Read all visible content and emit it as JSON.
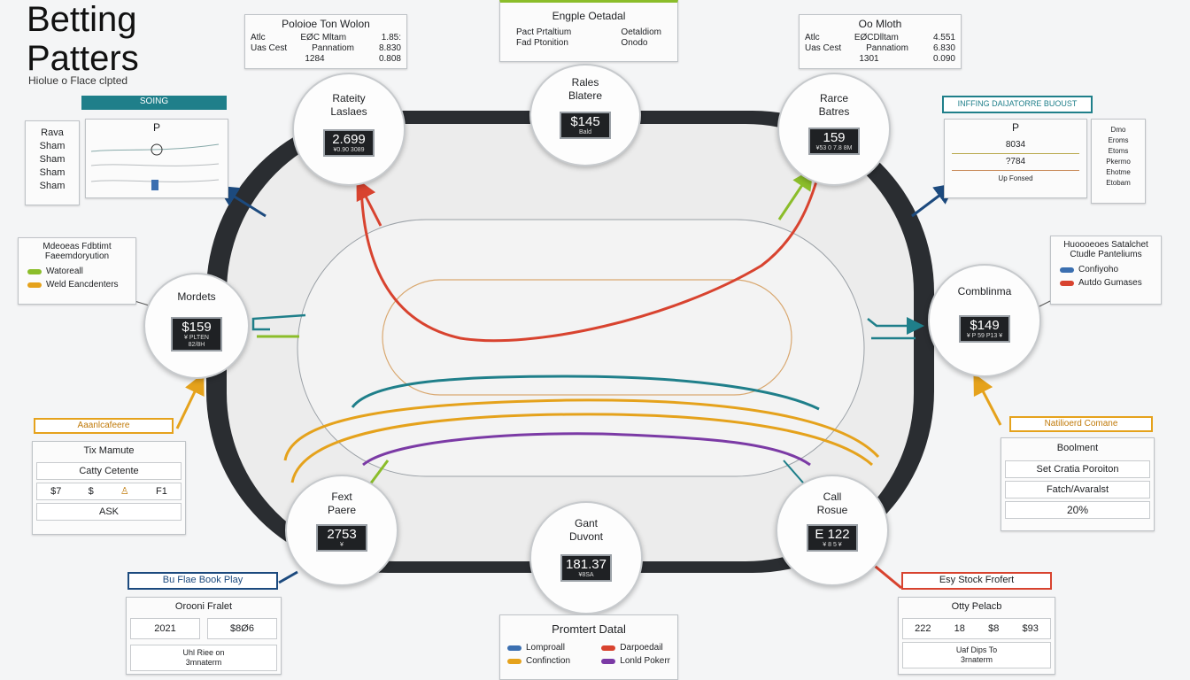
{
  "title_lines": [
    "Betting",
    "Patters"
  ],
  "subtitle": "Hiolue o Flace clpted",
  "colors": {
    "red": "#d8432f",
    "orange": "#e5a21c",
    "teal": "#1f7f8a",
    "purple": "#7b3aa5",
    "green": "#8bbd2a",
    "navy": "#1c4a7e",
    "table_rail": "#2a2d31"
  },
  "top_left_box": {
    "title": "Poloioe Ton Wolon",
    "rows": [
      [
        "Atlc",
        "EØC Mltam",
        "1.85:"
      ],
      [
        "Uas Cest",
        "Pannatiom",
        "8.830"
      ],
      [
        "",
        "1284",
        "0.808"
      ]
    ]
  },
  "top_center_box": {
    "title": "Engple Oetadal",
    "left": [
      "Pact Prtaltium",
      "Fad Ptonition"
    ],
    "right": [
      "Oetaldiom",
      "Onodo"
    ]
  },
  "top_right_box": {
    "title": "Oo Mloth",
    "rows": [
      [
        "Atlc",
        "EØCDlltam",
        "4.551"
      ],
      [
        "Uas Cest",
        "Pannatiom",
        "6.830"
      ],
      [
        "",
        "1301",
        "0.090"
      ]
    ]
  },
  "left_banner": "SOING",
  "left_panel": {
    "header": "P",
    "labels": [
      "Rava",
      "Sham",
      "Sham",
      "Sham",
      "Sham"
    ]
  },
  "right_banner": "INFFING DAIJATORRE BUOUST",
  "right_panel": {
    "header": "P",
    "values": [
      "8034",
      "?784",
      "Up Fonsed"
    ],
    "side_labels": [
      "Dmo",
      "Eroms",
      "Etoms",
      "Pkermo",
      "Ehotme",
      "Etobam"
    ]
  },
  "left_mid_box": {
    "title": "Mdeoeas Fdbtimt Faeemdoryution",
    "items": [
      "Watoreall",
      "Weld Eancdenters"
    ]
  },
  "right_mid_box": {
    "title": "Huoooeoes Satalchet Ctudle Panteliums",
    "items": [
      "Confiyoho",
      "Autdo Gumases"
    ]
  },
  "left_orange_banner": "Aaanlcafeere",
  "left_orange_panel": {
    "row1": "Tix Mamute",
    "row2": "Catty Cetente",
    "row3": [
      "$7",
      "$",
      "F1"
    ],
    "row4": "ASK"
  },
  "right_orange_banner": "Natilioerd Comane",
  "right_orange_panel": {
    "rows": [
      "Boolment",
      "Set Cratia Poroiton",
      "Fatch/Avaralst",
      "20%"
    ]
  },
  "bottom_left_banner": "Bu Flae Book Play",
  "bottom_left_panel": {
    "title": "Orooni Fralet",
    "cells": [
      "2021",
      "$8Ø6"
    ],
    "footer": [
      "Uhl Riee on",
      "3mnaterm"
    ]
  },
  "bottom_right_banner": "Esy Stock Frofert",
  "bottom_right_panel": {
    "title": "Otty Pelacb",
    "cells": [
      "222",
      "18",
      "$8",
      "$93"
    ],
    "footer": [
      "Uaf Dips To",
      "3rnaterm"
    ]
  },
  "bottom_center_box": {
    "title": "Promtert Datal",
    "items": [
      [
        "Lomproall",
        "Darpoedail"
      ],
      [
        "Confinction",
        "Lonld Pokerr"
      ]
    ]
  },
  "seats": [
    {
      "id": "top-left",
      "lines": [
        "Rateity",
        "Laslaes"
      ],
      "amount": "2.699",
      "sub": "¥0.90 3089"
    },
    {
      "id": "top-center",
      "lines": [
        "Rales",
        "Blatere"
      ],
      "amount": "$145",
      "sub": "Bald"
    },
    {
      "id": "top-right",
      "lines": [
        "Rarce",
        "Batres"
      ],
      "amount": "159",
      "sub": "¥53 0 7.8 8M"
    },
    {
      "id": "left",
      "lines": [
        "Mordets"
      ],
      "amount": "$159",
      "sub": "¥ PLTEN 82/8H"
    },
    {
      "id": "right",
      "lines": [
        "Comblinma"
      ],
      "amount": "$149",
      "sub": "¥ P 59 P13 ¥"
    },
    {
      "id": "bottom-left",
      "lines": [
        "Fext",
        "Paere"
      ],
      "amount": "2753",
      "sub": "¥"
    },
    {
      "id": "bottom-center",
      "lines": [
        "Gant",
        "Duvont"
      ],
      "amount": "181.37",
      "sub": "¥8SA"
    },
    {
      "id": "bottom-right",
      "lines": [
        "Call",
        "Rosue"
      ],
      "amount": "E 122",
      "sub": "¥ 8 5 ¥"
    }
  ]
}
